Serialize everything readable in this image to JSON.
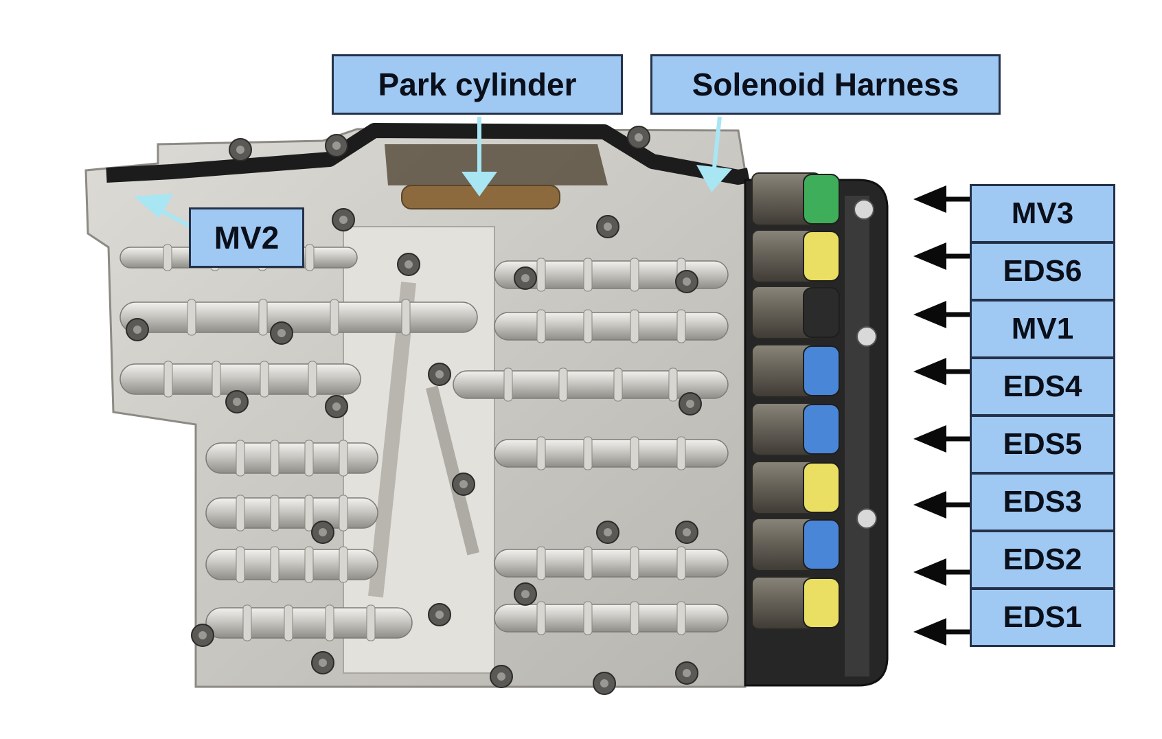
{
  "labels": {
    "park_cylinder": "Park cylinder",
    "solenoid_harness": "Solenoid Harness",
    "mv2": "MV2",
    "solenoids": [
      "MV3",
      "EDS6",
      "MV1",
      "EDS4",
      "EDS5",
      "EDS3",
      "EDS2",
      "EDS1"
    ]
  },
  "solenoid_cap_colors": [
    "#3fae5a",
    "#eadf63",
    "#2b2b2b",
    "#4a86d8",
    "#4a86d8",
    "#eadf63",
    "#4a86d8",
    "#eadf63"
  ],
  "colors": {
    "callout_fill": "#9fc9f3",
    "callout_border": "#23324a",
    "pointer_cyan": "#a8e6f4",
    "arrow_black": "#0a0a0a",
    "casting_metal": "#cfcdc8",
    "harness": "#1c1c1c"
  },
  "icons": [
    "valve-body-illustration",
    "arrow-left-icon",
    "arrow-down-icon"
  ]
}
